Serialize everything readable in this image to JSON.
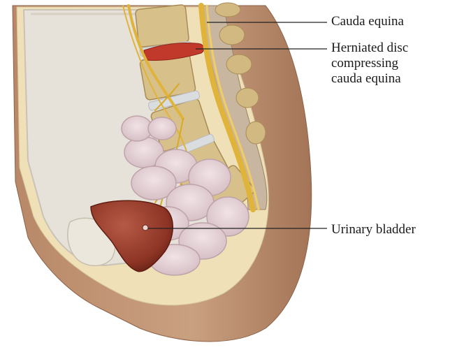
{
  "labels": {
    "cauda_equina": "Cauda equina",
    "herniated_line1": "Herniated disc",
    "herniated_line2": "compressing",
    "herniated_line3": "cauda equina",
    "urinary_bladder": "Urinary bladder"
  },
  "colors": {
    "skin": "#c79a7b",
    "skin_shadow": "#a87a5d",
    "cavity": "#e7e3dc",
    "cavity_inner": "#d8d3cb",
    "fat_layer": "#efe0b8",
    "bone": "#d8c08a",
    "bone_dark": "#a88c55",
    "disc": "#d9dde0",
    "herniation": "#c0392b",
    "nerve": "#e0b33a",
    "intestine": "#e6d2d6",
    "intestine_shade": "#cdb5bb",
    "bladder": "#9e3f2f",
    "bladder_dark": "#6e2418",
    "leader_line": "#222222"
  }
}
